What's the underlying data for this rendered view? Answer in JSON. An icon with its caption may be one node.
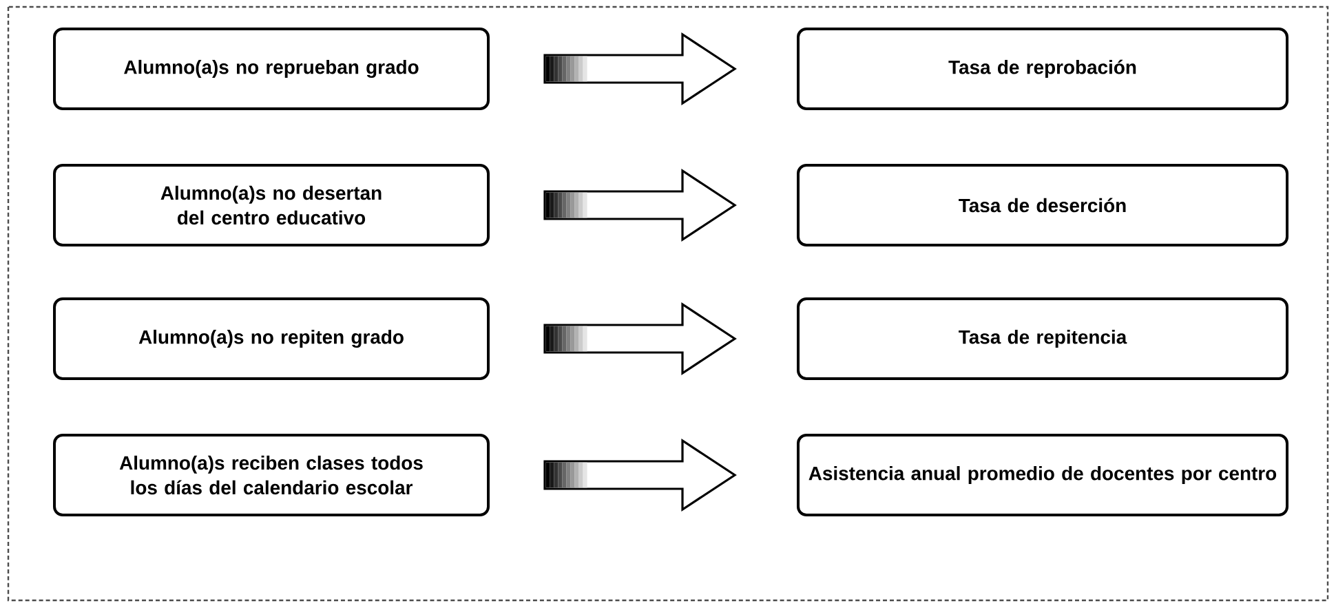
{
  "diagram": {
    "nodes": [
      {
        "text": [
          "Alumno(a)s no reprueban grado"
        ]
      },
      {
        "text": [
          "Tasa de reprobación"
        ]
      },
      {
        "text": [
          "Alumno(a)s no desertan del centro educativo"
        ]
      },
      {
        "text": [
          "Tasa de deserción"
        ]
      },
      {
        "text": [
          "Alumno(a)s no repiten grado"
        ]
      },
      {
        "text": [
          "Tasa de repitencia"
        ]
      },
      {
        "text": [
          "Alumno(a)s reciben clases todos los días del calendario escolar"
        ]
      },
      {
        "text": [
          "Asistencia anual promedio de docentes por centro"
        ]
      }
    ],
    "edges": [
      {
        "from": 0,
        "to": 1,
        "arrow": "to"
      },
      {
        "from": 2,
        "to": 3,
        "arrow": "to"
      },
      {
        "from": 4,
        "to": 5,
        "arrow": "to"
      },
      {
        "from": 6,
        "to": 7,
        "arrow": "to"
      }
    ]
  }
}
